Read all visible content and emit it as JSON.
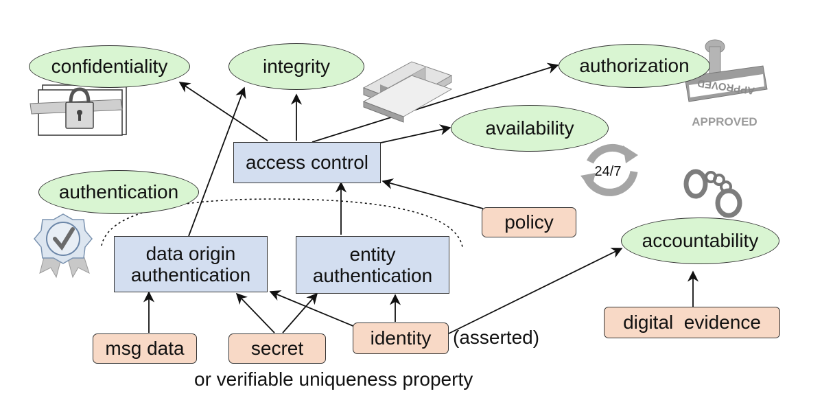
{
  "goals": {
    "confidentiality": "confidentiality",
    "integrity": "integrity",
    "authorization": "authorization",
    "availability": "availability",
    "authentication": "authentication",
    "accountability": "accountability"
  },
  "mechanisms": {
    "access_control": "access control",
    "data_origin_authentication_line1": "data origin",
    "data_origin_authentication_line2": "authentication",
    "entity_authentication_line1": "entity",
    "entity_authentication_line2": "authentication"
  },
  "inputs": {
    "policy": "policy",
    "msg_data": "msg data",
    "secret": "secret",
    "identity": "identity",
    "digital_evidence": "digital  evidence"
  },
  "annotations": {
    "asserted": "(asserted)",
    "uniqueness": "or verifiable uniqueness property",
    "clock_label": "24/7",
    "stamp_text": "APPROVED"
  },
  "colors": {
    "goal_fill": "#d9f5d2",
    "mechanism_fill": "#d3def0",
    "input_fill": "#f8d9c6",
    "stroke": "#333333"
  },
  "icons": [
    "envelope-lock-icon",
    "steel-beam-icon",
    "approved-stamp-icon",
    "clock-cycle-icon",
    "award-badge-icon",
    "handcuffs-icon"
  ]
}
